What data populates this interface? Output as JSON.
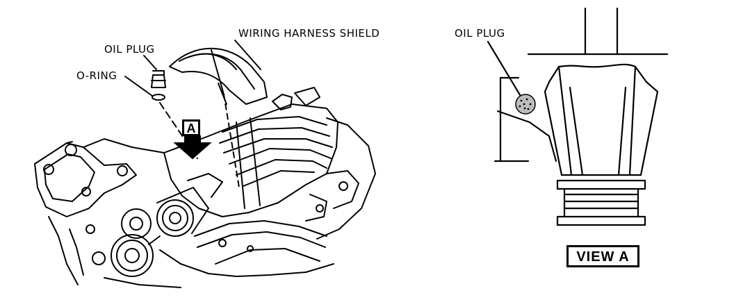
{
  "labels": {
    "oil_plug_left": "OIL PLUG",
    "o_ring": "O-RING",
    "wiring_harness_shield": "WIRING HARNESS SHIELD",
    "callout_a": "A",
    "oil_plug_right": "OIL PLUG",
    "view_a": "VIEW A"
  },
  "colors": {
    "ink": "#000000",
    "paper": "#ffffff"
  }
}
